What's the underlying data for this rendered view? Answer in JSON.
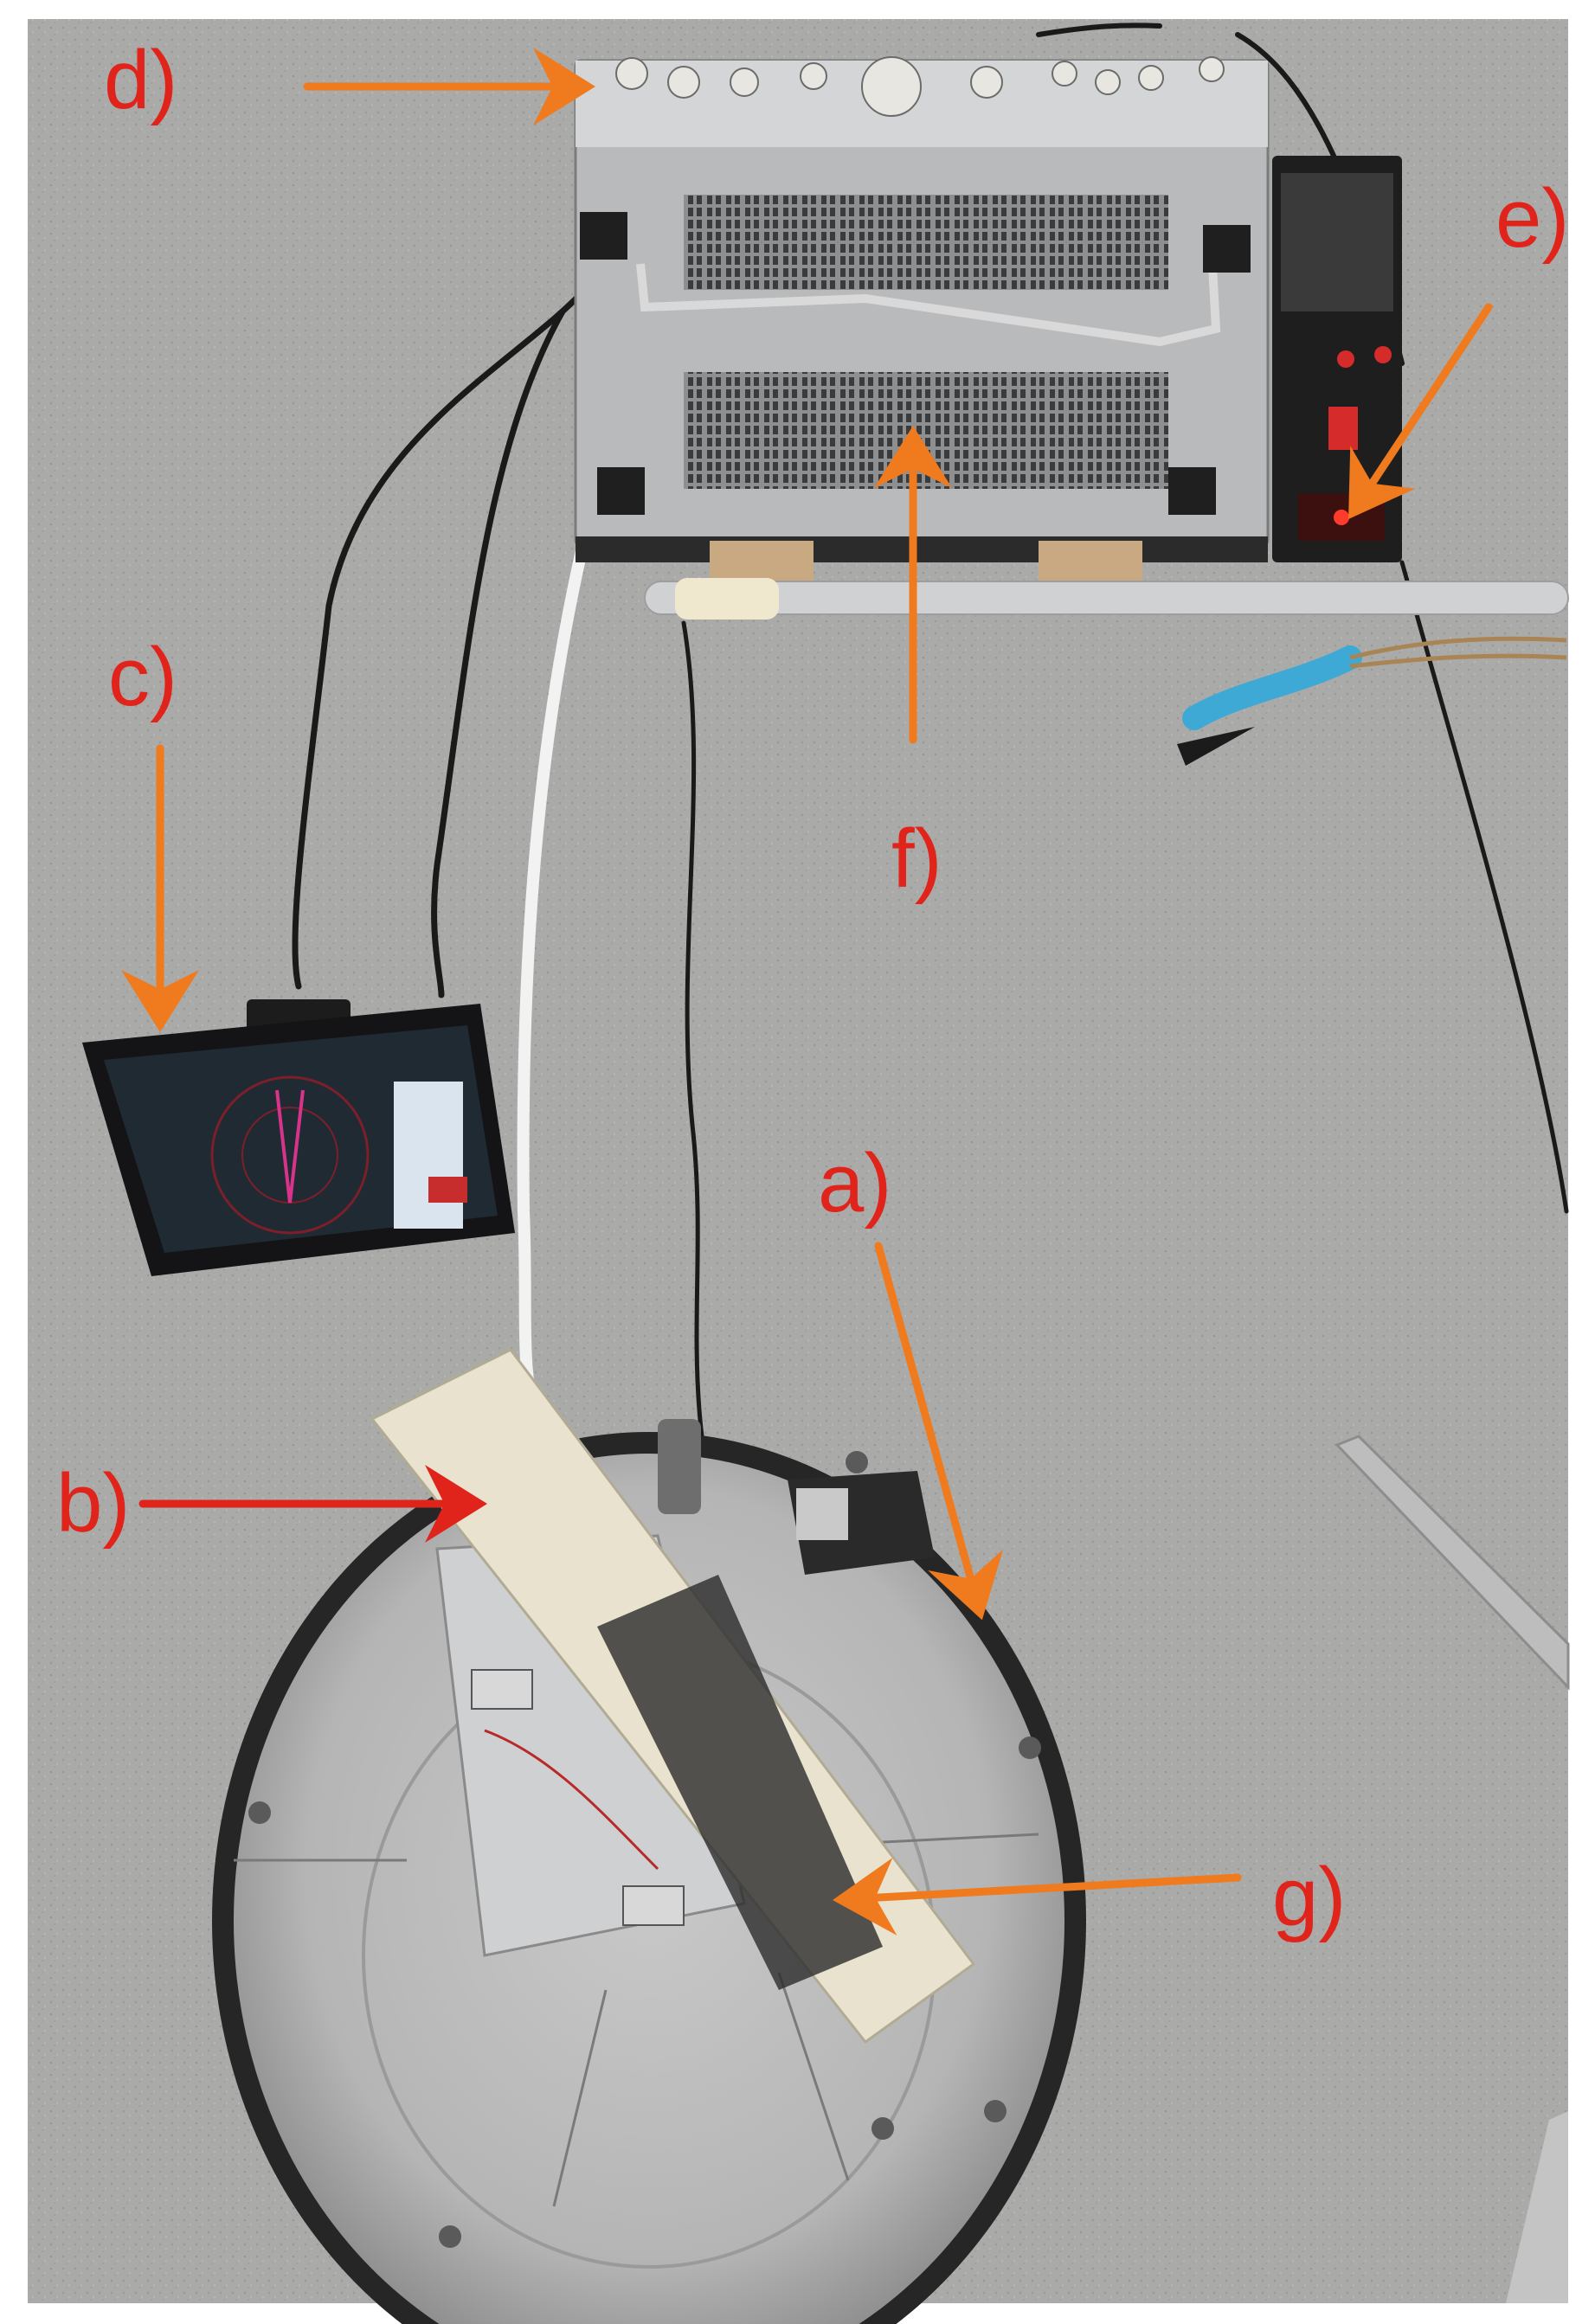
{
  "labels": {
    "a": "a)",
    "b": "b)",
    "c": "c)",
    "d": "d)",
    "e": "e)",
    "f": "f)",
    "g": "g)"
  },
  "colors": {
    "label": "#e0241b",
    "arrow_orange": "#f07a1e",
    "arrow_red": "#e0241b",
    "floor": "#a9a9a7",
    "frame": "#ffffff"
  }
}
